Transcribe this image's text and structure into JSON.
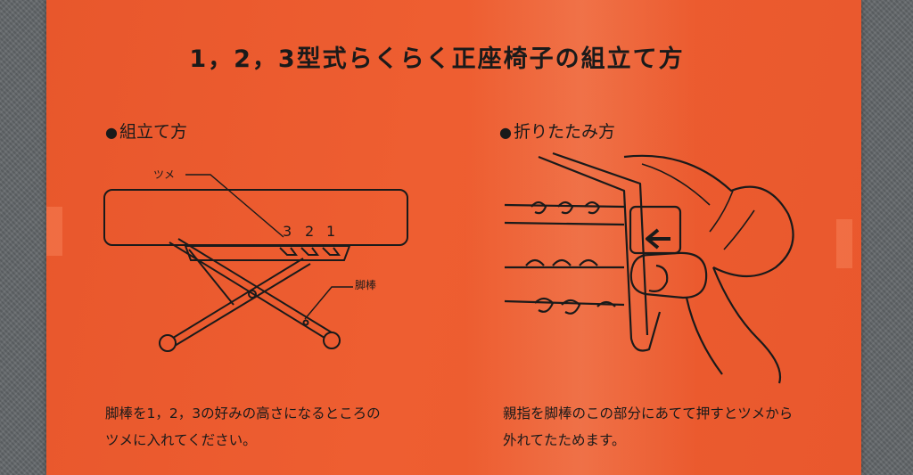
{
  "title": "1，2，3型式らくらく正座椅子の組立て方",
  "assembly": {
    "heading": "組立て方",
    "label_claw": "ツメ",
    "label_leg": "脚棒",
    "numbers": [
      "3",
      "2",
      "1"
    ],
    "caption_line1": "脚棒を1，2，3の好みの高さになるところの",
    "caption_line2": "ツメに入れてください。"
  },
  "folding": {
    "heading": "折りたたみ方",
    "caption_line1": "親指を脚棒のこの部分にあてて押すとツメから",
    "caption_line2": "外れてたためます。"
  },
  "colors": {
    "card": "#ec5a2f",
    "ink": "#1a1a1a",
    "carpet": "#63676a"
  }
}
